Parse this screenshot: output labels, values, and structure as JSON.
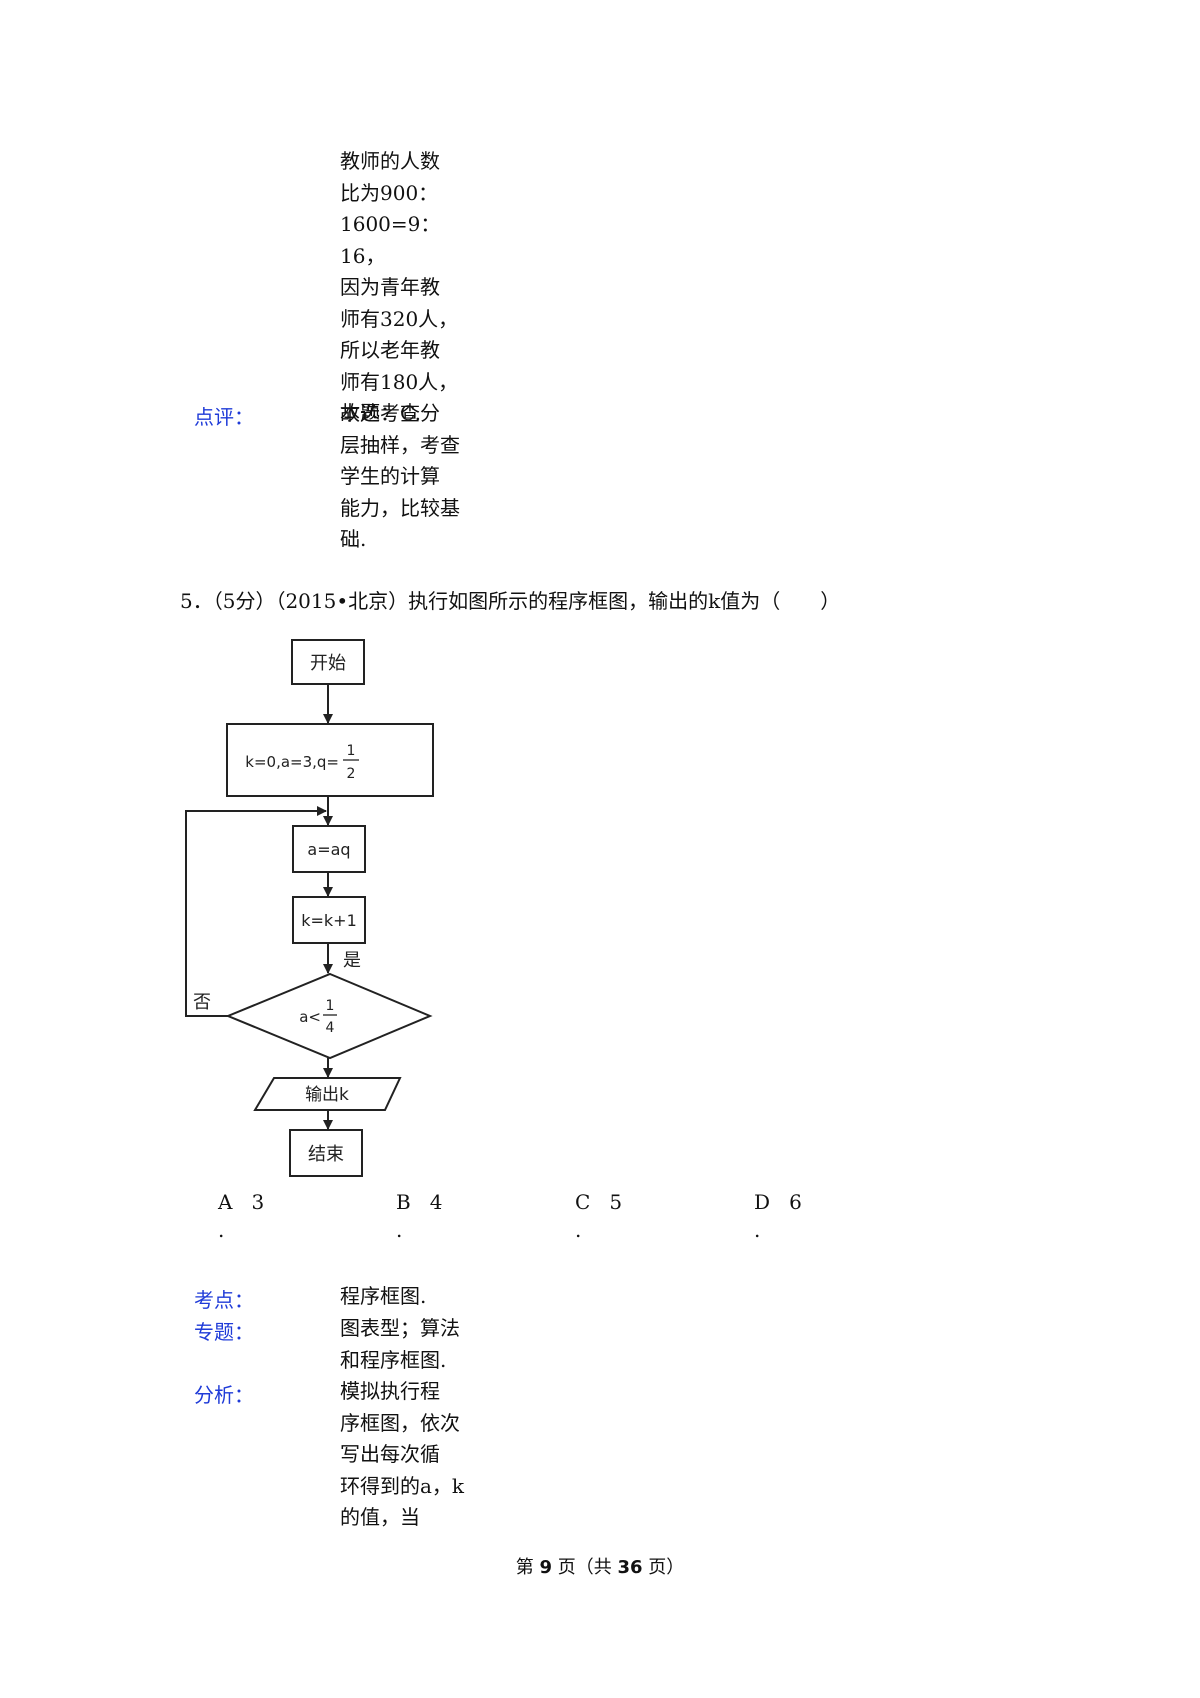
{
  "prev_analysis_lines": [
    "教师的人数",
    "比为900：",
    "1600=9：16，",
    "因为青年教",
    "师有320人，",
    "所以老年教",
    "师有180人，",
    "故选：C."
  ],
  "comment": {
    "label": "点评：",
    "lines": [
      "本题考查分",
      "层抽样，考查",
      "学生的计算",
      "能力，比较基",
      "础."
    ]
  },
  "question": {
    "stem": "5．（5分）（2015•北京）执行如图所示的程序框图，输出的k值为（　　）",
    "options": [
      {
        "letter": "A",
        "value": "3",
        "dot": "."
      },
      {
        "letter": "B",
        "value": "4",
        "dot": "."
      },
      {
        "letter": "C",
        "value": "5",
        "dot": "."
      },
      {
        "letter": "D",
        "value": "6",
        "dot": "."
      }
    ]
  },
  "flowchart": {
    "start": "开始",
    "init_text": "k=0,a=3,q=",
    "init_frac_num": "1",
    "init_frac_den": "2",
    "step1": "a=aq",
    "step2": "k=k+1",
    "cond_text": "a<",
    "cond_frac_num": "1",
    "cond_frac_den": "4",
    "yes_label": "是",
    "no_label": "否",
    "output": "输出k",
    "end": "结束"
  },
  "solution": {
    "kaodian": {
      "label": "考点：",
      "lines": [
        "程序框图."
      ]
    },
    "zhuanti": {
      "label": "专题：",
      "lines": [
        "图表型；算法",
        "和程序框图."
      ]
    },
    "fenxi": {
      "label": "分析：",
      "lines": [
        "模拟执行程",
        "序框图，依次",
        "写出每次循",
        "环得到的a，k",
        "的值，当"
      ]
    }
  },
  "footer": {
    "prefix": "第",
    "page": "9",
    "middle": "页（共",
    "total": "36",
    "suffix": "页）"
  }
}
